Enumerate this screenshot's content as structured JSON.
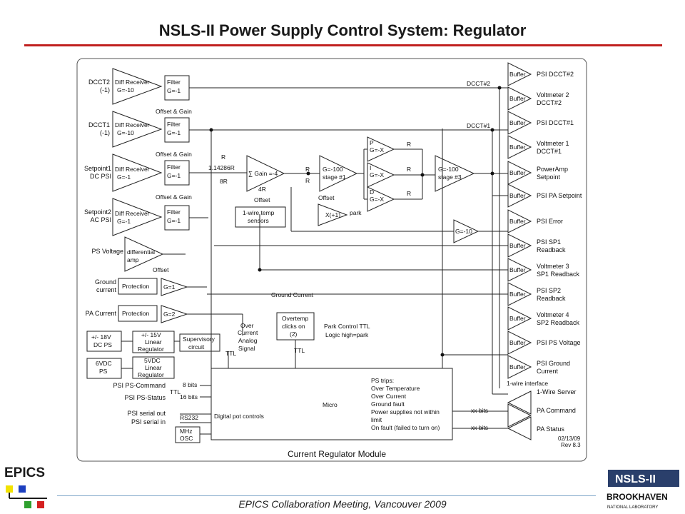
{
  "title": "NSLS-II Power Supply Control System: Regulator",
  "footer": "EPICS Collaboration Meeting, Vancouver 2009",
  "logos": {
    "epics": "EPICS",
    "nsls": "NSLS-II",
    "bnl": "BROOKHAVEN",
    "bnl_sub": "NATIONAL LABORATORY"
  },
  "colors": {
    "title_rule": "#c0201f",
    "footer_rule": "#7fa6c8",
    "epics_yellow": "#f2e200",
    "epics_blue": "#1c3fbf",
    "epics_green": "#2ea02e",
    "epics_red": "#d42020"
  },
  "diagram": {
    "module_label": "Current Regulator Module",
    "revision_date": "02/13/09",
    "revision": "Rev 8.3",
    "inputs": {
      "dcct2": [
        "DCCT2",
        "(-1)"
      ],
      "dcct1": [
        "DCCT1",
        "(-1)"
      ],
      "setpoint1": [
        "Setpoint1",
        "DC PSI"
      ],
      "setpoint2": [
        "Setpoint2",
        "AC PSI"
      ],
      "ps_voltage": "PS Voltage",
      "ground_current": [
        "Ground",
        "current"
      ],
      "pa_current": "PA Current",
      "ps_18v": [
        "+/- 18V",
        "DC PS"
      ],
      "ps_6vdc": [
        "6VDC",
        "PS"
      ]
    },
    "blocks": {
      "diff_receiver": "Diff Receiver",
      "gain_neg10": "G=-10",
      "gain_neg1": "G=-1",
      "filter": "Filter",
      "offset_gain": "Offset & Gain",
      "resistor_r": "R",
      "resistor_1": "1.14286R",
      "resistor_8r": "8R",
      "sum_gain": "∑ Gain =-4",
      "resistor_4r": "4R",
      "offset": "Offset",
      "stage1": [
        "G=-100",
        "stage #1"
      ],
      "stage3": [
        "G=-100",
        "stage #3"
      ],
      "p_gain": [
        "P",
        "G=-X"
      ],
      "i_gain": [
        "I",
        "G=-X"
      ],
      "d_gain": [
        "D",
        "G=-X"
      ],
      "x_plus1": "X(+1)",
      "park": "park",
      "onewire_temp": [
        "1-wire temp",
        "sensors"
      ],
      "g_neg10_out": "G=-10",
      "differential_amp": [
        "differential",
        "amp"
      ],
      "protection": "Protection",
      "g1": "G=1",
      "g2": "G=2",
      "ground_current_line": "Ground Current",
      "over_current": [
        "Over",
        "Current",
        "Analog",
        "Signal"
      ],
      "overtemp": [
        "Overtemp",
        "clicks on",
        "(2)"
      ],
      "park_control": [
        "Park Control TTL",
        "Logic high=park"
      ],
      "ttl": "TTL",
      "linear_15v": [
        "+/- 15V",
        "Linear",
        "Regulator"
      ],
      "linear_5v": [
        "5VDC",
        "Linear",
        "Regulator"
      ],
      "supervisory": [
        "Supervisory",
        "circuit"
      ],
      "micro": "Micro",
      "ps_trips": [
        "PS trips:",
        "Over Temperature",
        "Over Current",
        "Ground fault",
        "Power supplies not within",
        "limit",
        "On fault (failed to turn on)"
      ],
      "digital_pot": "Digital pot controls",
      "rs232": "RS232",
      "mhz_osc": [
        "MHz",
        "OSC"
      ],
      "bits8": "8 bits",
      "bits16": "16 bits",
      "xx_bits": "xx bits",
      "dcct2_line": "DCCT#2",
      "dcct1_line": "DCCT#1",
      "onewire_interface": "1-wire interface"
    },
    "left_signals": [
      "PSI PS-Command",
      "PSI PS-Status",
      "PSI serial out",
      "PSI serial in"
    ],
    "buffer_label": "Buffer",
    "outputs": [
      [
        "PSI DCCT#2"
      ],
      [
        "Voltmeter 2",
        "DCCT#2"
      ],
      [
        "PSI DCCT#1"
      ],
      [
        "Voltmeter 1",
        "DCCT#1"
      ],
      [
        "PowerAmp",
        "Setpoint"
      ],
      [
        "PSI PA Setpoint"
      ],
      [
        "PSI Error"
      ],
      [
        "PSI SP1",
        "Readback"
      ],
      [
        "Voltmeter 3",
        "SP1 Readback"
      ],
      [
        "PSI SP2",
        "Readback"
      ],
      [
        "Voltmeter 4",
        "SP2 Readback"
      ],
      [
        "PSI PS Voltage"
      ],
      [
        "PSI Ground",
        "Current"
      ]
    ],
    "bottom_outputs": [
      "1-Wire Server",
      "PA Command",
      "PA Status"
    ]
  }
}
